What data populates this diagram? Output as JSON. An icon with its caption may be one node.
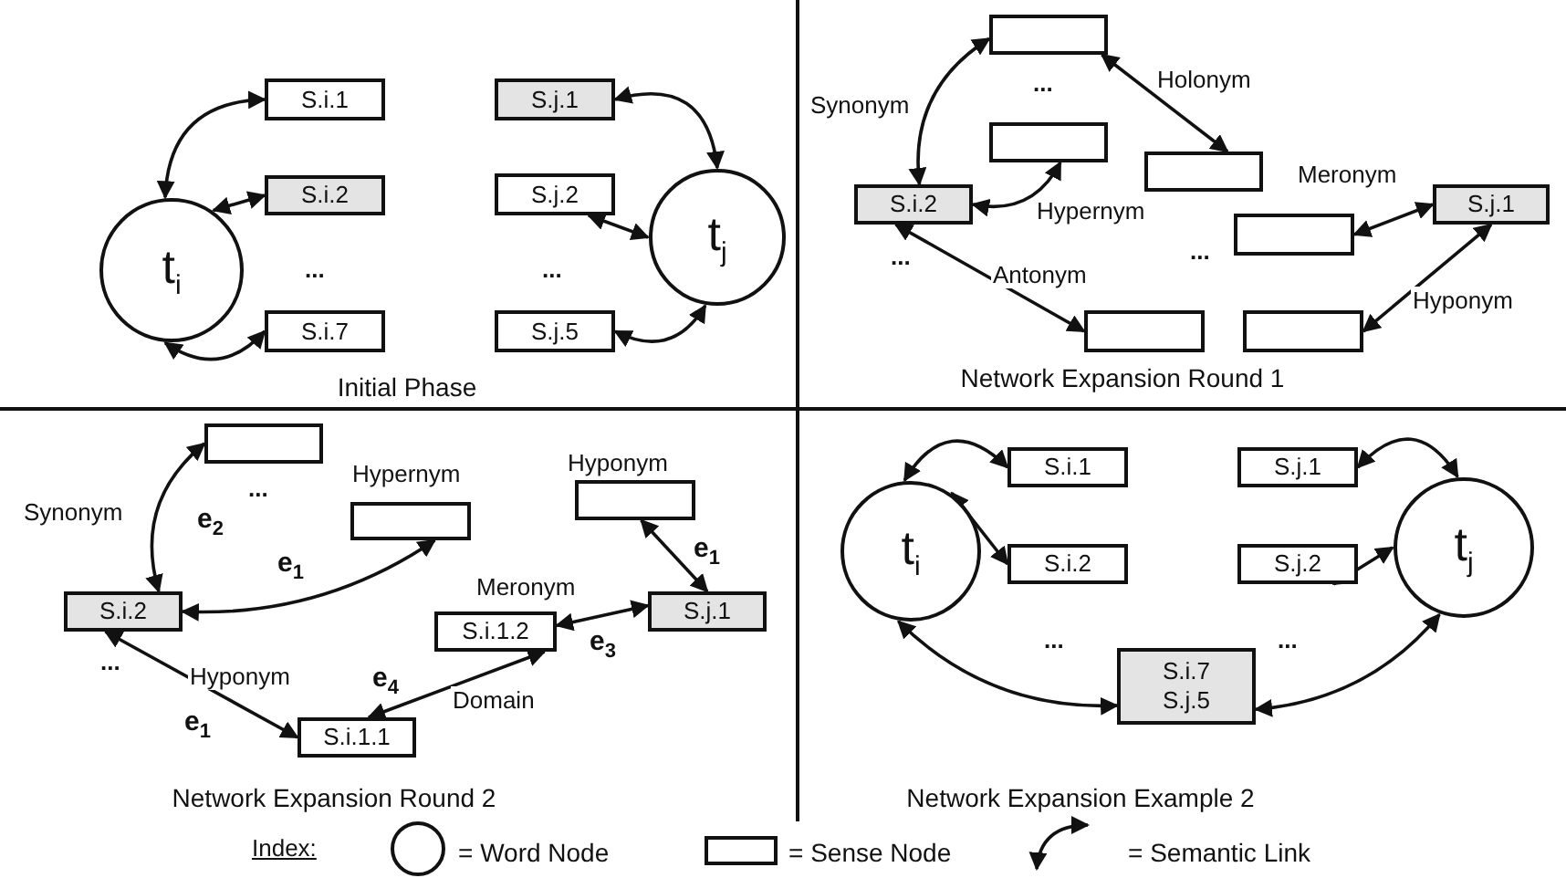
{
  "diagram": {
    "nodes": [
      {
        "text": [
          "t$_{i}$"
        ]
      },
      {
        "text": [
          "S.i.1"
        ]
      },
      {
        "text": [
          "S.i.2"
        ]
      },
      {
        "text": [
          "S.i.7"
        ]
      },
      {
        "text": [
          "S.j.1"
        ]
      },
      {
        "text": [
          "S.j.2"
        ]
      },
      {
        "text": [
          "S.j.5"
        ]
      },
      {
        "text": [
          "t$_{j}$"
        ]
      },
      {
        "text": [],
        "shape": "box"
      },
      {
        "text": [],
        "shape": "box"
      },
      {
        "text": [],
        "shape": "box"
      },
      {
        "text": [
          "S.i.2"
        ]
      },
      {
        "text": [],
        "shape": "box"
      },
      {
        "text": [
          "S.j.1"
        ]
      },
      {
        "text": [],
        "shape": "box"
      },
      {
        "text": [],
        "shape": "box"
      },
      {
        "text": [],
        "shape": "box"
      },
      {
        "text": [],
        "shape": "box"
      },
      {
        "text": [],
        "shape": "box"
      },
      {
        "text": [
          "S.i.2"
        ]
      },
      {
        "text": [
          "S.j.1"
        ]
      },
      {
        "text": [
          "S.i.1.2"
        ]
      },
      {
        "text": [
          "S.i.1.1"
        ]
      },
      {
        "text": [
          "t$_{i}$"
        ]
      },
      {
        "text": [
          "S.i.1"
        ]
      },
      {
        "text": [
          "S.i.2"
        ]
      },
      {
        "text": [
          "S.i.7",
          "S.j.5"
        ]
      },
      {
        "text": [
          "S.j.1"
        ]
      },
      {
        "text": [
          "S.j.2"
        ]
      },
      {
        "text": [
          "t$_{j}$"
        ]
      }
    ],
    "edges": [
      {
        "from": 0,
        "to": 1,
        "arrow": "both"
      },
      {
        "from": 0,
        "to": 2,
        "arrow": "both"
      },
      {
        "from": 0,
        "to": 3,
        "arrow": "both"
      },
      {
        "from": 4,
        "to": 7,
        "arrow": "both"
      },
      {
        "from": 5,
        "to": 7,
        "arrow": "both"
      },
      {
        "from": 6,
        "to": 7,
        "arrow": "both"
      },
      {
        "from": 11,
        "to": 8,
        "arrow": "both",
        "label": "Synonym"
      },
      {
        "from": 11,
        "to": 9,
        "arrow": "both",
        "label": "Hypernym"
      },
      {
        "from": 8,
        "to": 10,
        "arrow": "both",
        "label": "Holonym"
      },
      {
        "from": 13,
        "to": 12,
        "arrow": "both",
        "label": "Meronym"
      },
      {
        "from": 13,
        "to": 15,
        "arrow": "both",
        "label": "Hyponym"
      },
      {
        "from": 11,
        "to": 14,
        "arrow": "both",
        "label": "Antonym"
      },
      {
        "from": 19,
        "to": 16,
        "arrow": "both",
        "label": "Synonym"
      },
      {
        "from": 19,
        "to": 17,
        "arrow": "both",
        "label": "Hypernym"
      },
      {
        "from": 20,
        "to": 18,
        "arrow": "both",
        "label": "Hyponym"
      },
      {
        "from": 21,
        "to": 20,
        "arrow": "both",
        "label": "Meronym"
      },
      {
        "from": 22,
        "to": 21,
        "arrow": "both",
        "label": "Domain"
      },
      {
        "from": 19,
        "to": 22,
        "arrow": "both",
        "label": "Hyponym"
      },
      {
        "from": 23,
        "to": 24,
        "arrow": "both"
      },
      {
        "from": 23,
        "to": 25,
        "arrow": "both"
      },
      {
        "from": 23,
        "to": 26,
        "arrow": "both"
      },
      {
        "from": 27,
        "to": 29,
        "arrow": "both"
      },
      {
        "from": 28,
        "to": 29,
        "arrow": "both"
      },
      {
        "from": 26,
        "to": 29,
        "arrow": "both"
      }
    ],
    "labels": [
      "...",
      "...",
      "Initial Phase",
      "...",
      "...",
      "...",
      "Network Expansion Round 1",
      "e$_{2}$",
      "...",
      "e$_{1}$",
      "e$_{1}$",
      "e$_{4}$",
      "e$_{3}$",
      "e$_{1}$",
      "...",
      "Network Expansion Round 2",
      "...",
      "...",
      "Network Expansion Example 2",
      "Index:"
    ],
    "legend": [
      {
        "text": "= Word Node"
      },
      {
        "text": "= Sense Node"
      },
      {
        "text": "= Semantic Link"
      }
    ]
  }
}
